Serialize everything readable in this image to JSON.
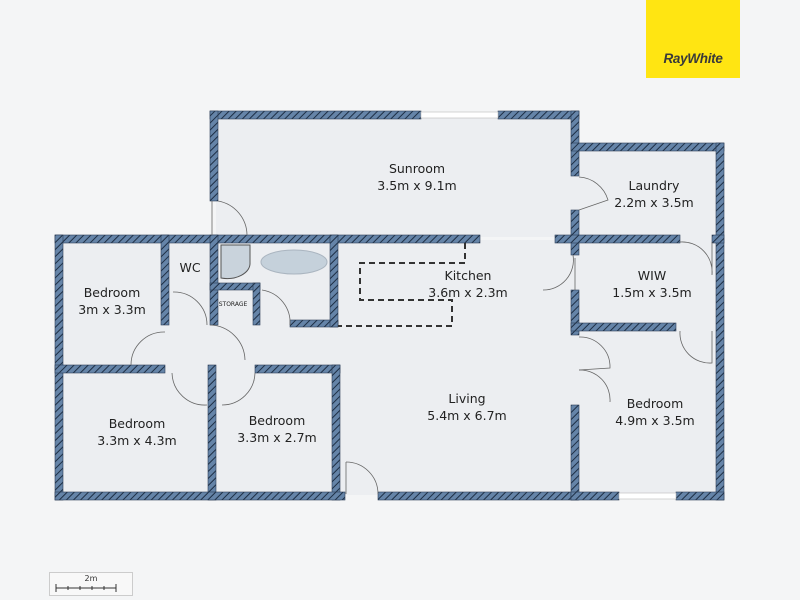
{
  "brand": {
    "name": "RayWhite",
    "color": "#ffe512"
  },
  "colors": {
    "wall": "#5f7fa3",
    "wall_hatch": "#1e2f45",
    "floor": "#eceef1",
    "background": "#f4f5f6"
  },
  "rooms": [
    {
      "id": "sunroom",
      "name": "Sunroom",
      "dims": "3.5m x 9.1m"
    },
    {
      "id": "laundry",
      "name": "Laundry",
      "dims": "2.2m x 3.5m"
    },
    {
      "id": "bedroom1",
      "name": "Bedroom",
      "dims": "3m x 3.3m"
    },
    {
      "id": "wc",
      "name": "WC",
      "dims": ""
    },
    {
      "id": "storage",
      "name": "STORAGE",
      "dims": ""
    },
    {
      "id": "kitchen",
      "name": "Kitchen",
      "dims": "3.6m x 2.3m"
    },
    {
      "id": "wiw",
      "name": "WIW",
      "dims": "1.5m x 3.5m"
    },
    {
      "id": "bedroom2",
      "name": "Bedroom",
      "dims": "3.3m x 4.3m"
    },
    {
      "id": "bedroom3",
      "name": "Bedroom",
      "dims": "3.3m x 2.7m"
    },
    {
      "id": "living",
      "name": "Living",
      "dims": "5.4m x 6.7m"
    },
    {
      "id": "bedroom4",
      "name": "Bedroom",
      "dims": "4.9m x 3.5m"
    }
  ],
  "scale_bar": {
    "label": "2m"
  }
}
